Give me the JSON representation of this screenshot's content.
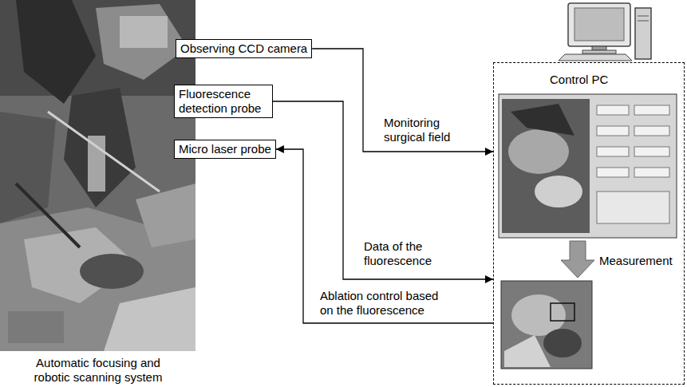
{
  "diagram": {
    "nodes": [
      {
        "text": [
          "Automatic focusing and robotic scanning system"
        ]
      },
      {
        "text": [
          "Observing CCD camera"
        ],
        "in": 0
      },
      {
        "text": [
          "Fluorescence detection probe"
        ],
        "in": 0
      },
      {
        "text": [
          "Micro laser probe"
        ],
        "in": 0
      },
      {
        "text": [
          "Control PC"
        ]
      }
    ],
    "edges": [
      {
        "from": 1,
        "to": 4,
        "label": "Monitoring surgical field",
        "arrow": "to"
      },
      {
        "from": 2,
        "to": 4,
        "label": "Data of the fluorescence",
        "arrow": "to"
      },
      {
        "from": 4,
        "to": 3,
        "label": "Ablation control based on the fluorescence",
        "arrow": "to"
      }
    ],
    "labels": [
      "Measurement"
    ]
  }
}
